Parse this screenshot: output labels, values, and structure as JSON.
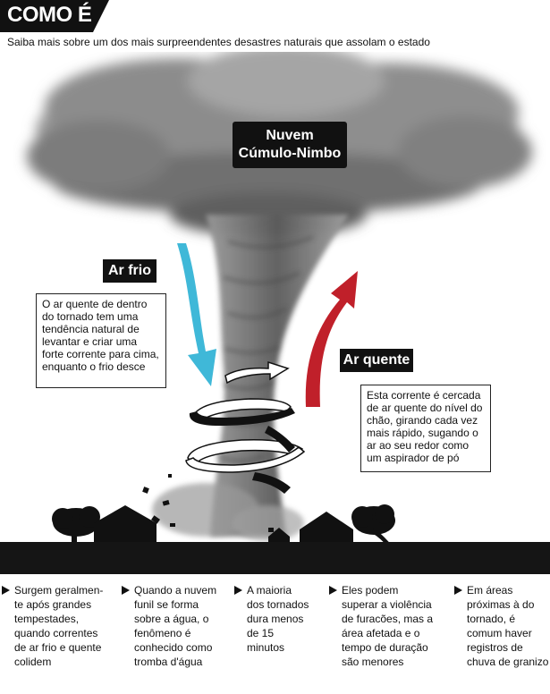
{
  "header": {
    "title": "COMO É",
    "subtitle": "Saiba mais sobre um dos mais surpreendentes desastres naturais que assolam o estado"
  },
  "diagram": {
    "cloud_label_line1": "Nuvem",
    "cloud_label_line2": "Cúmulo-Nimbo",
    "cold_air_label": "Ar frio",
    "hot_air_label": "Ar quente",
    "note_left": [
      "O ar quente de dentro",
      "do tornado tem uma",
      "tendência natural de",
      "levantar e criar uma",
      "forte corrente para cima,",
      "enquanto o frio desce"
    ],
    "note_right": [
      "Esta corrente é cercada",
      "de ar quente do nível do",
      "chão, girando cada vez",
      "mais rápido, sugando o",
      "ar ao seu redor como",
      "um aspirador de pó"
    ]
  },
  "facts": [
    {
      "lines": [
        "Surgem geralmen-",
        "te após grandes",
        "tempestades,",
        "quando correntes",
        "de ar frio e quente",
        "colidem"
      ]
    },
    {
      "lines": [
        "Quando a nuvem",
        "funil se forma",
        "sobre a água, o",
        "fenômeno é",
        "conhecido como",
        "tromba d'água"
      ]
    },
    {
      "lines": [
        "A maioria",
        "dos tornados",
        "dura menos",
        "de 15",
        "minutos"
      ]
    },
    {
      "lines": [
        "Eles podem",
        "superar a violência",
        "de furacões, mas a",
        "área afetada e o",
        "tempo de duração",
        "são menores"
      ]
    },
    {
      "lines": [
        "Em áreas",
        "próximas à do",
        "tornado, é",
        "comum haver",
        "registros de",
        "chuva de granizo"
      ]
    }
  ],
  "colors": {
    "cold_arrow": "#3fb8d8",
    "hot_arrow": "#c0202a",
    "ground": "#151515",
    "cloud": "#8a8a8a"
  }
}
